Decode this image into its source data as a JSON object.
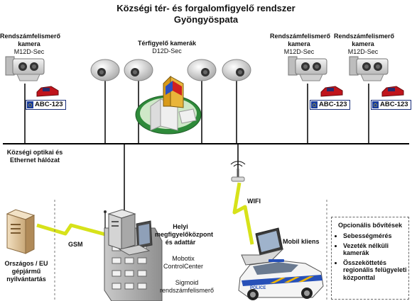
{
  "title": {
    "line1": "Községi tér- és forgalomfigyelő rendszer",
    "line2": "Gyöngyöspata"
  },
  "anpr_cameras": [
    {
      "name": "Rendszámfelismerő kamera",
      "model": "M12D-Sec",
      "plate": "ABC-123"
    },
    {
      "name": "Rendszámfelismerő kamera",
      "model": "M12D-Sec",
      "plate": "ABC-123"
    },
    {
      "name": "Rendszámfelismerő kamera",
      "model": "M12D-Sec",
      "plate": "ABC-123"
    }
  ],
  "dome_cameras": {
    "name": "Térfigyelő kamerák",
    "model": "D12D-Sec"
  },
  "network": {
    "label": "Községi optikai és Ethernet hálózat"
  },
  "links": {
    "wifi": "WIFI",
    "gsm": "GSM"
  },
  "database": {
    "label": "Országos / EU gépjármű nyilvántartás"
  },
  "center": {
    "title": "Helyi megfigyelőközpont és adattár",
    "software1": "Mobotix ControlCenter",
    "software2": "Sigmoid rendszámfelismerő"
  },
  "mobile": {
    "label": "Mobil kliens",
    "car_text": "POLICE"
  },
  "extensions": {
    "title": "Opcionális bővítések",
    "items": [
      "Sebességmérés",
      "Vezeték nélküli kamerák",
      "Összeköttetés regionális felügyeleti központtal"
    ]
  },
  "colors": {
    "line": "#000000",
    "gsm_zigzag": "#d7e21a",
    "plate_blue": "#1a3d9e",
    "church_roof": "#d8a020",
    "green_area": "#2e8a3a",
    "car_stripe": "#f0b400",
    "car_blue": "#2750b8"
  }
}
